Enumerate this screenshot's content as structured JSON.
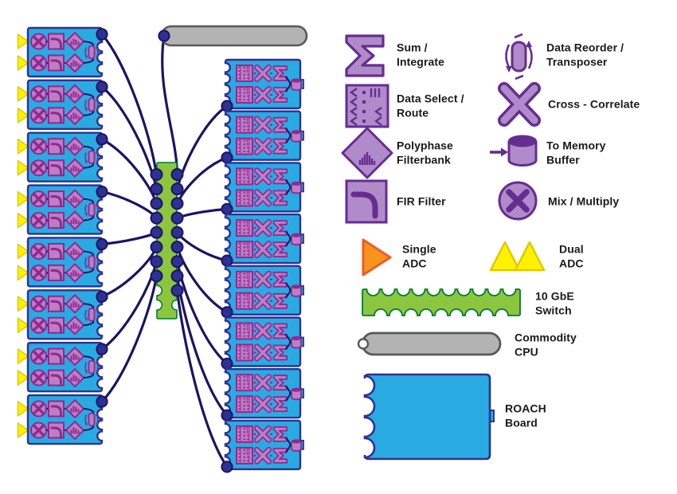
{
  "legend": {
    "items": [
      {
        "id": "sum-integrate",
        "label": "Sum /\nIntegrate"
      },
      {
        "id": "data-select-route",
        "label": "Data Select /\nRoute"
      },
      {
        "id": "polyphase-filterbank",
        "label": "Polyphase\nFilterbank"
      },
      {
        "id": "fir-filter",
        "label": "FIR Filter"
      },
      {
        "id": "data-reorder",
        "label": "Data Reorder /\nTransposer"
      },
      {
        "id": "cross-correlate",
        "label": "Cross - Correlate"
      },
      {
        "id": "to-memory-buffer",
        "label": "To Memory\nBuffer"
      },
      {
        "id": "mix-multiply",
        "label": "Mix / Multiply"
      },
      {
        "id": "single-adc",
        "label": "Single\nADC"
      },
      {
        "id": "dual-adc",
        "label": "Dual\nADC"
      },
      {
        "id": "ten-gbe-switch",
        "label": "10 GbE\nSwitch"
      },
      {
        "id": "commodity-cpu",
        "label": "Commodity\nCPU"
      },
      {
        "id": "roach-board",
        "label": "ROACH\nBoard"
      }
    ]
  },
  "diagram": {
    "left_boards": {
      "count": 8,
      "rows_per_board": 2,
      "row_pipeline": [
        "dual-adc",
        "mix-multiply",
        "fir-filter",
        "polyphase-filterbank"
      ],
      "shared_block": "data-reorder"
    },
    "right_boards": {
      "count": 8,
      "rows_per_board": 2,
      "row_pipeline": [
        "data-select-route",
        "cross-correlate",
        "sum-integrate"
      ],
      "shared_block": "to-memory-buffer"
    },
    "switch": {
      "type": "ten-gbe-switch",
      "left_ports": 8,
      "right_ports": 9
    },
    "cpu": {
      "type": "commodity-cpu",
      "connects_to": "switch"
    }
  },
  "colors": {
    "background": "#FFFFFF",
    "board_blue": "#29ABE2",
    "board_stroke": "#2E3192",
    "navy_line": "#1B1464",
    "navy_dot": "#2E3192",
    "purple_fill": "#B08BC9",
    "purple_dark": "#662D91",
    "board_icon_fill": "#BC7FC4",
    "board_icon_dark": "#93278F",
    "green_fill": "#8CC63F",
    "green_dark": "#007A33",
    "gray_fill": "#B3B3B3",
    "gray_dark": "#58595B",
    "yellow": "#FFF200",
    "yellow_dark": "#DECB00",
    "orange": "#F7941E",
    "orange_dark": "#F15A24",
    "text": "#1A1A1A"
  }
}
